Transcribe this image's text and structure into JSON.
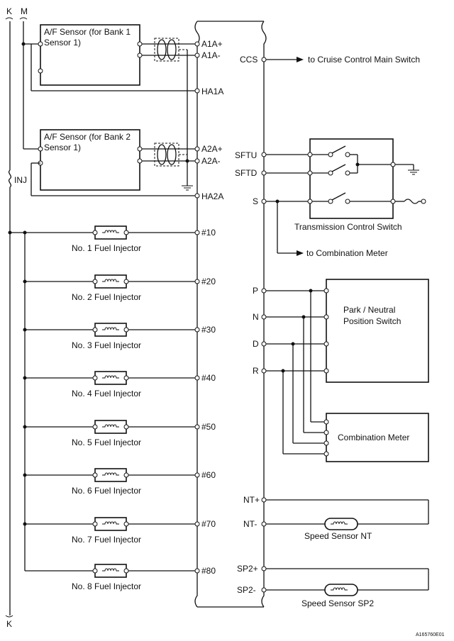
{
  "ecm_left": {
    "a1a_plus": "A1A+",
    "a1a_minus": "A1A-",
    "ha1a": "HA1A",
    "a2a_plus": "A2A+",
    "a2a_minus": "A2A-",
    "ha2a": "HA2A",
    "injector_pins": [
      "#10",
      "#20",
      "#30",
      "#40",
      "#50",
      "#60",
      "#70",
      "#80"
    ]
  },
  "ecm_right": {
    "ccs": "CCS",
    "sftu": "SFTU",
    "sftd": "SFTD",
    "s": "S",
    "p": "P",
    "n": "N",
    "d": "D",
    "r": "R",
    "nt_plus": "NT+",
    "nt_minus": "NT-",
    "sp2_plus": "SP2+",
    "sp2_minus": "SP2-"
  },
  "rails": {
    "k_top": "K",
    "m_top": "M",
    "inj": "INJ",
    "k_bottom": "K"
  },
  "sensors": {
    "af1_line1": "A/F Sensor (for Bank 1",
    "af1_line2": "Sensor 1)",
    "af2_line1": "A/F Sensor (for Bank 2",
    "af2_line2": "Sensor 1)"
  },
  "injectors": [
    "No. 1 Fuel Injector",
    "No. 2 Fuel Injector",
    "No. 3 Fuel Injector",
    "No. 4 Fuel Injector",
    "No. 5 Fuel Injector",
    "No. 6 Fuel Injector",
    "No. 7 Fuel Injector",
    "No. 8 Fuel Injector"
  ],
  "destinations": {
    "cruise": "to Cruise Control Main Switch",
    "combination_meter_dest": "to Combination Meter"
  },
  "components": {
    "transmission_switch": "Transmission Control Switch",
    "pn_line1": "Park / Neutral",
    "pn_line2": "Position Switch",
    "combination_meter": "Combination Meter",
    "speed_nt": "Speed Sensor NT",
    "speed_sp2": "Speed Sensor SP2"
  },
  "figure_code": "A165760E01"
}
